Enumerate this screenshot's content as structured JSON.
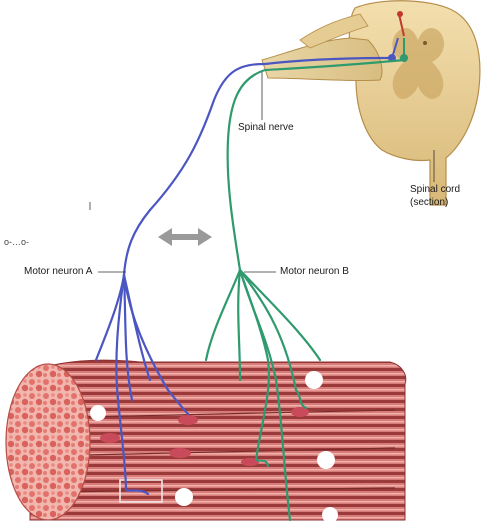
{
  "labels": {
    "spinal_nerve": "Spinal nerve",
    "spinal_cord_line1": "Spinal cord",
    "spinal_cord_line2": "(section)",
    "motor_neuron_a": "Motor neuron A",
    "motor_neuron_b": "Motor neuron B",
    "cropped_fragment": "o-…o-"
  },
  "colors": {
    "neuron_a": "#4b56c2",
    "neuron_b": "#2f9a6e",
    "muscle_stripe_dark": "#9a3a3a",
    "muscle_stripe_light": "#e8a3a0",
    "muscle_cut_face": "#f3b6b0",
    "spinal_cord_tan": "#e7cf97",
    "spinal_cord_outline": "#b58d4a",
    "arrow_gray": "#9a9a9a"
  },
  "icons": {
    "double_arrow": "left-right-arrow"
  }
}
